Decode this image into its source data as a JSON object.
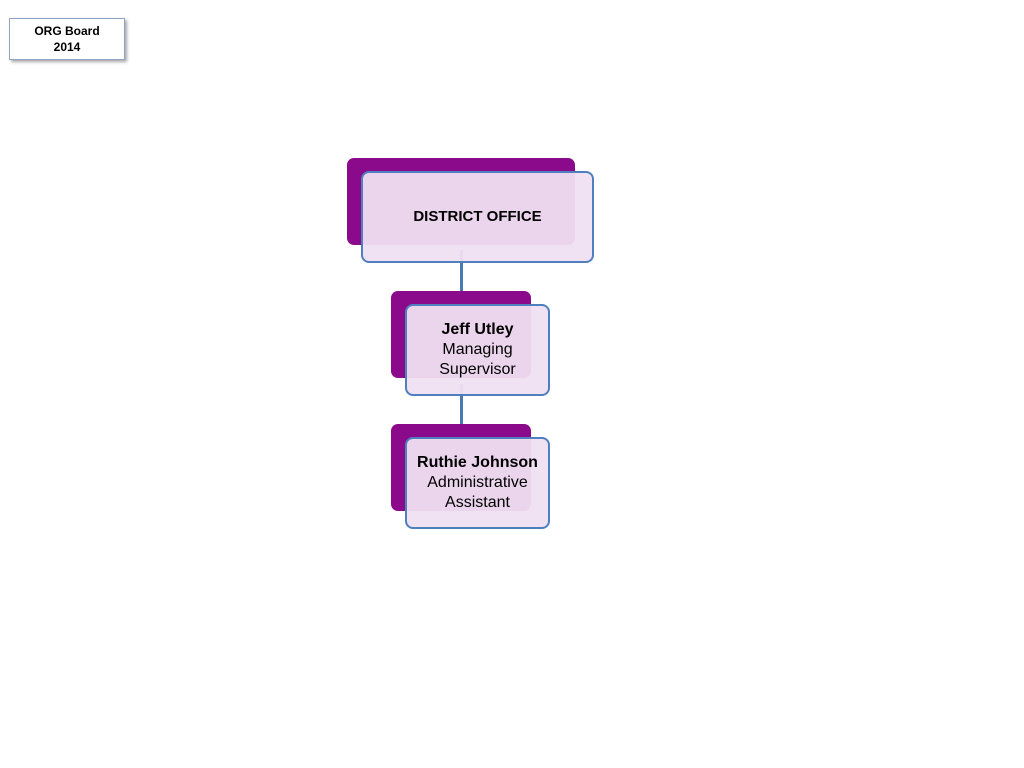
{
  "title_box": {
    "line1": "ORG Board",
    "line2": "2014"
  },
  "org": {
    "office": {
      "label": "DISTRICT OFFICE"
    },
    "supervisor": {
      "name": "Jeff Utley",
      "title_line1": "Managing",
      "title_line2": "Supervisor"
    },
    "assistant": {
      "name": "Ruthie Johnson",
      "title_line1": "Administrative",
      "title_line2": "Assistant"
    }
  },
  "colors": {
    "node_back": "#8b0a8b",
    "node_front_fill": "#f0e0f2",
    "node_border": "#4f7fbf",
    "connector": "#4a78b0"
  }
}
